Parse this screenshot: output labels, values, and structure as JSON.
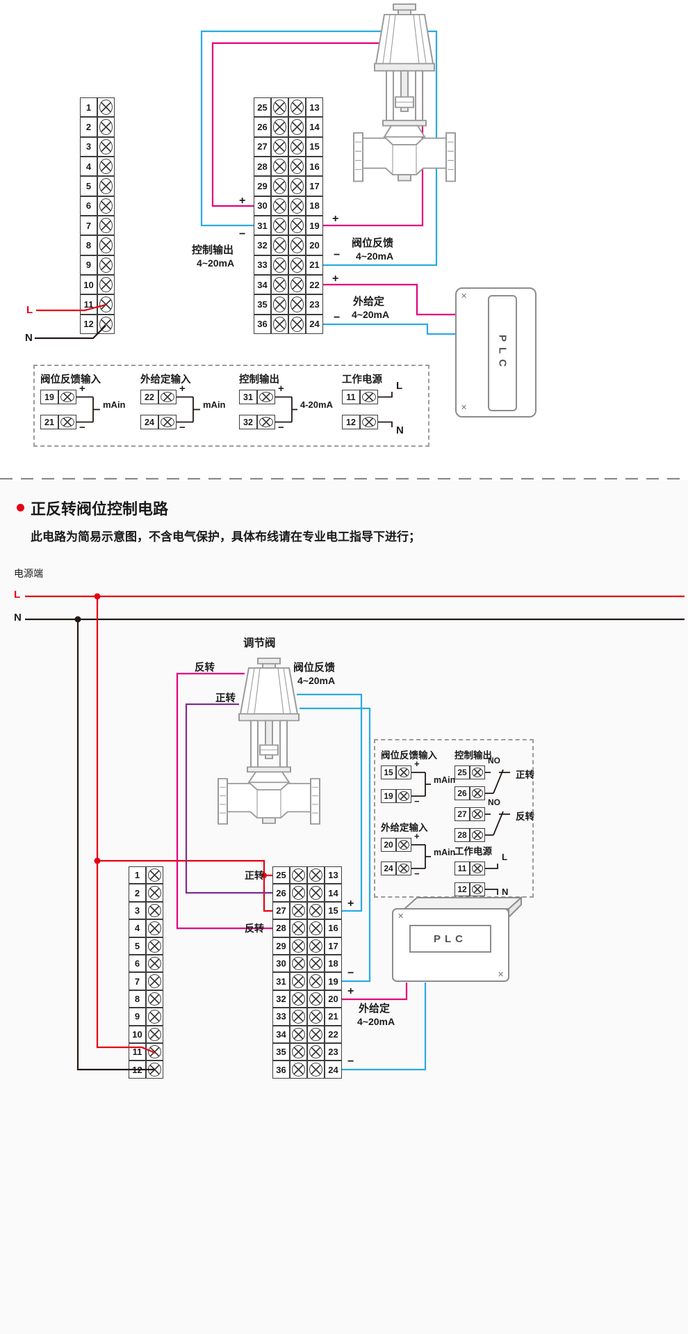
{
  "colors": {
    "wire_magenta": "#e4007f",
    "wire_cyan": "#29abe2",
    "wire_red": "#e60012",
    "wire_purple": "#7d2c8e",
    "wire_black": "#231815",
    "accent_red": "#e60012",
    "line_gray": "#9a9a9a"
  },
  "icons": {
    "screw_cross": "✕"
  },
  "sym": {
    "plus": "+",
    "minus": "−"
  },
  "terminals": {
    "left": [
      "1",
      "2",
      "3",
      "4",
      "5",
      "6",
      "7",
      "8",
      "9",
      "10",
      "11",
      "12"
    ],
    "mid": [
      {
        "l": "25",
        "r": "13"
      },
      {
        "l": "26",
        "r": "14"
      },
      {
        "l": "27",
        "r": "15"
      },
      {
        "l": "28",
        "r": "16"
      },
      {
        "l": "29",
        "r": "17"
      },
      {
        "l": "30",
        "r": "18"
      },
      {
        "l": "31",
        "r": "19"
      },
      {
        "l": "32",
        "r": "20"
      },
      {
        "l": "33",
        "r": "21"
      },
      {
        "l": "34",
        "r": "22"
      },
      {
        "l": "35",
        "r": "23"
      },
      {
        "l": "36",
        "r": "24"
      }
    ]
  },
  "top": {
    "l_label": "L",
    "n_label": "N",
    "control_output": "控制输出",
    "control_output_range": "4~20mA",
    "feedback": "阀位反馈",
    "feedback_range": "4~20mA",
    "setpoint": "外给定",
    "setpoint_range": "4~20mA",
    "plc": "PLC",
    "legend": {
      "feedback_in": {
        "title": "阀位反馈输入",
        "rows": [
          {
            "n": "19",
            "sign": "+"
          },
          {
            "n": "21",
            "sign": "−"
          }
        ],
        "tag": "mAin"
      },
      "setpoint_in": {
        "title": "外给定输入",
        "rows": [
          {
            "n": "22",
            "sign": "+"
          },
          {
            "n": "24",
            "sign": "−"
          }
        ],
        "tag": "mAin"
      },
      "control_out": {
        "title": "控制输出",
        "rows": [
          {
            "n": "31",
            "sign": "+"
          },
          {
            "n": "32",
            "sign": "−"
          }
        ],
        "tag": "4-20mA"
      },
      "power": {
        "title": "工作电源",
        "rows": [
          {
            "n": "11",
            "sign": "L"
          },
          {
            "n": "12",
            "sign": "N"
          }
        ]
      }
    }
  },
  "bottom": {
    "title": "正反转阀位控制电路",
    "subtitle": "此电路为简易示意图，不含电气保护，具体布线请在专业电工指导下进行；",
    "power_side": "电源端",
    "l_label": "L",
    "n_label": "N",
    "valve_label": "调节阀",
    "reverse": "反转",
    "forward": "正转",
    "forward_terminal_label": "正转",
    "reverse_terminal_label": "反转",
    "feedback": "阀位反馈",
    "feedback_range": "4~20mA",
    "setpoint": "外给定",
    "setpoint_range": "4~20mA",
    "plc": "PLC",
    "legend": {
      "feedback_in": {
        "title": "阀位反馈输入",
        "rows": [
          {
            "n": "15",
            "sign": "+"
          },
          {
            "n": "19",
            "sign": "−"
          }
        ],
        "tag": "mAin"
      },
      "setpoint_in": {
        "title": "外给定输入",
        "rows": [
          {
            "n": "20",
            "sign": "+"
          },
          {
            "n": "24",
            "sign": "−"
          }
        ],
        "tag": "mAin"
      },
      "control_out": {
        "title": "控制输出",
        "pairs": [
          {
            "a": "25",
            "b": "26",
            "contact": "NO",
            "dir": "正转"
          },
          {
            "a": "27",
            "b": "28",
            "contact": "NO",
            "dir": "反转"
          }
        ]
      },
      "power": {
        "title": "工作电源",
        "rows": [
          {
            "n": "11",
            "sign": "L"
          },
          {
            "n": "12",
            "sign": "N"
          }
        ]
      }
    }
  }
}
